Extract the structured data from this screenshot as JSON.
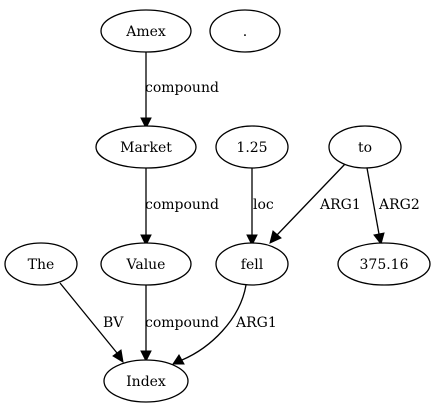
{
  "graph": {
    "nodes": {
      "amex": "Amex",
      "period": ".",
      "market": "Market",
      "n125": "1.25",
      "to": "to",
      "the": "The",
      "value": "Value",
      "fell": "fell",
      "n37516": "375.16",
      "index": "Index"
    },
    "edges": {
      "amex_market": "compound",
      "market_value": "compound",
      "n125_fell": "loc",
      "to_fell": "ARG1",
      "to_37516": "ARG2",
      "the_index": "BV",
      "value_index": "compound",
      "fell_index": "ARG1"
    }
  }
}
